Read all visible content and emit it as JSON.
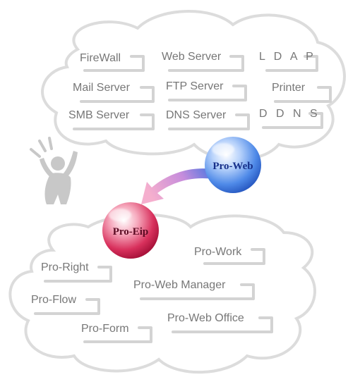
{
  "top_cloud": {
    "labels": [
      "FireWall",
      "Web Server",
      "L D A P",
      "Mail Server",
      "FTP Server",
      "Printer",
      "SMB Server",
      "DNS Server",
      "D D N S"
    ]
  },
  "bottom_cloud": {
    "labels": [
      "Pro-Work",
      "Pro-Right",
      "Pro-Web Manager",
      "Pro-Flow",
      "Pro-Web Office",
      "Pro-Form"
    ]
  },
  "balls": {
    "proweb": {
      "label": "Pro-Web",
      "color": "#3a7be0"
    },
    "proeip": {
      "label": "Pro-Eip",
      "color": "#d01a48"
    }
  },
  "arrow_colors": [
    "#f0a0c8",
    "#3366dd"
  ],
  "figure_icon": "cheering-person-icon"
}
